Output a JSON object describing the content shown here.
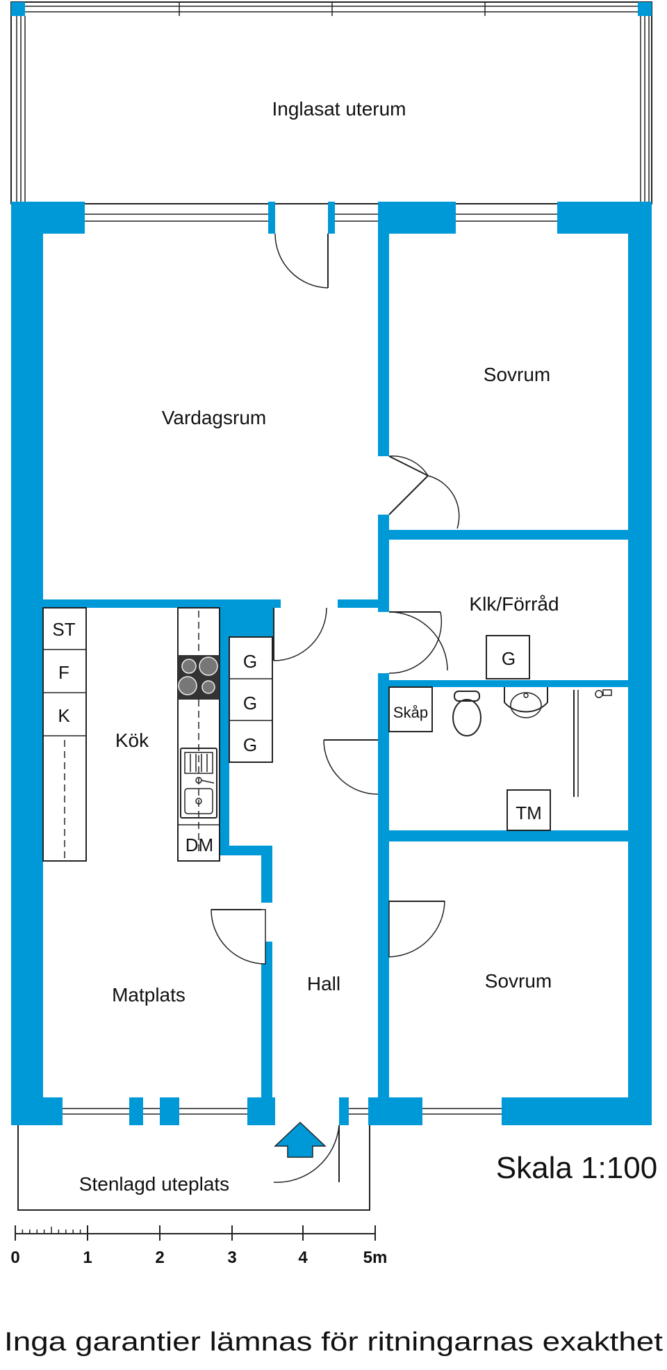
{
  "colors": {
    "wall": "#0099D8",
    "line": "#222222",
    "background": "#ffffff",
    "arrow": "#0099D8"
  },
  "rooms": {
    "inglasat_uterum": "Inglasat uterum",
    "vardagsrum": "Vardagsrum",
    "sovrum_upper": "Sovrum",
    "klk_forrad": "Klk/Förråd",
    "kok": "Kök",
    "matplats": "Matplats",
    "hall": "Hall",
    "sovrum_lower": "Sovrum",
    "stenlagd_uteplats": "Stenlagd uteplats"
  },
  "fixtures": {
    "st": "ST",
    "f": "F",
    "k": "K",
    "g1": "G",
    "g2": "G",
    "g3": "G",
    "g_klk": "G",
    "dm": "DM",
    "skap": "Skåp",
    "tm": "TM"
  },
  "scale": {
    "label": "Skala 1:100",
    "ticks": [
      "0",
      "1",
      "2",
      "3",
      "4",
      "5m"
    ]
  },
  "disclaimer": "Inga garantier lämnas för ritningarnas exakthet"
}
